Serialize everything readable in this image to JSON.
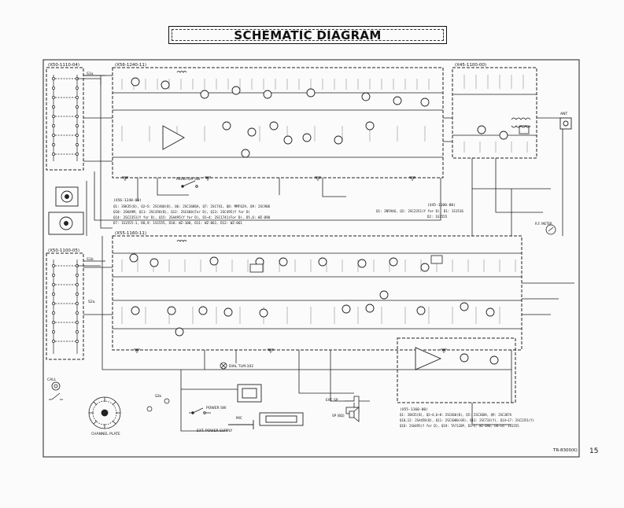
{
  "page": {
    "title": "SCHEMATIC DIAGRAM",
    "page_number": "15",
    "model": "TR-8300(K)"
  },
  "units": {
    "x50_top": "(X50-1110-04)",
    "x56": "(X56-1240-11)",
    "x45": "(X45-1100-00)",
    "x50_bottom": "(X50-1100-05)",
    "x55": "(X55-1160-11)"
  },
  "parts_lists": {
    "x56_header": "(X56-1240-00)",
    "x56_lines": [
      "Q1: 3SK35(B), Q2~5: 2SC460(B), Q6: 2SC1686A, Q7: 2SC741, Q8: MMF629, Q9: 2SC906",
      "Q10: 2SK49M, Q11: 2SC458(B), Q12: 2SC460(For D), Q13: 2SC495(Y for D)",
      "Q14: 2SC2351(Y for D), Q15: 2SA495(Y for D), D1~4: 2SC1741(For D), D5,6: WZ-090",
      "D7: 1S1555-1, D8,9: 1S1555, D10: WZ-100, D11: WZ-061, D12: WZ-061"
    ],
    "x45_header": "(X45-1100-00)",
    "x45_lines": [
      "Q1: 2N5946, Q2: 2SC2351(Y for D), D1: 1S1516",
      "D2: 1S1555"
    ],
    "x55_header": "(X55-1160-00)",
    "x55_lines": [
      "Q1: 3SK35(B), Q2~4,6~8: 2SC460(B), Q5: 2SC368A, Q9: 2SC387A",
      "Q10,12: 2SA458(B), Q11: 2SC1000(GR), Q13: 2SC733(Y), Q14~17: 2SC2351(Y)",
      "Q18: 2SA495(Y for D), Q19: TA7120P, D1~5: WZ-090, D6~14: 1S1555"
    ]
  },
  "labels": {
    "monitor_sw": "MONITOR SW",
    "ant": "ANT",
    "rf_meter": "R.F. METER",
    "dial_lamp": "DIAL TLM-102",
    "call": "CALL",
    "channel_plate": "CHANNEL PLATE",
    "power_sw": "POWER SW",
    "ext_power_supply": "EXT. POWER SUPPLY",
    "ext_sp": "EXT. SP",
    "sp": "SP (8Ω)",
    "mic": "MIC",
    "s1a": "S1a",
    "s1b": "S1b",
    "s2a": "S2a",
    "s2b": "S2b"
  }
}
